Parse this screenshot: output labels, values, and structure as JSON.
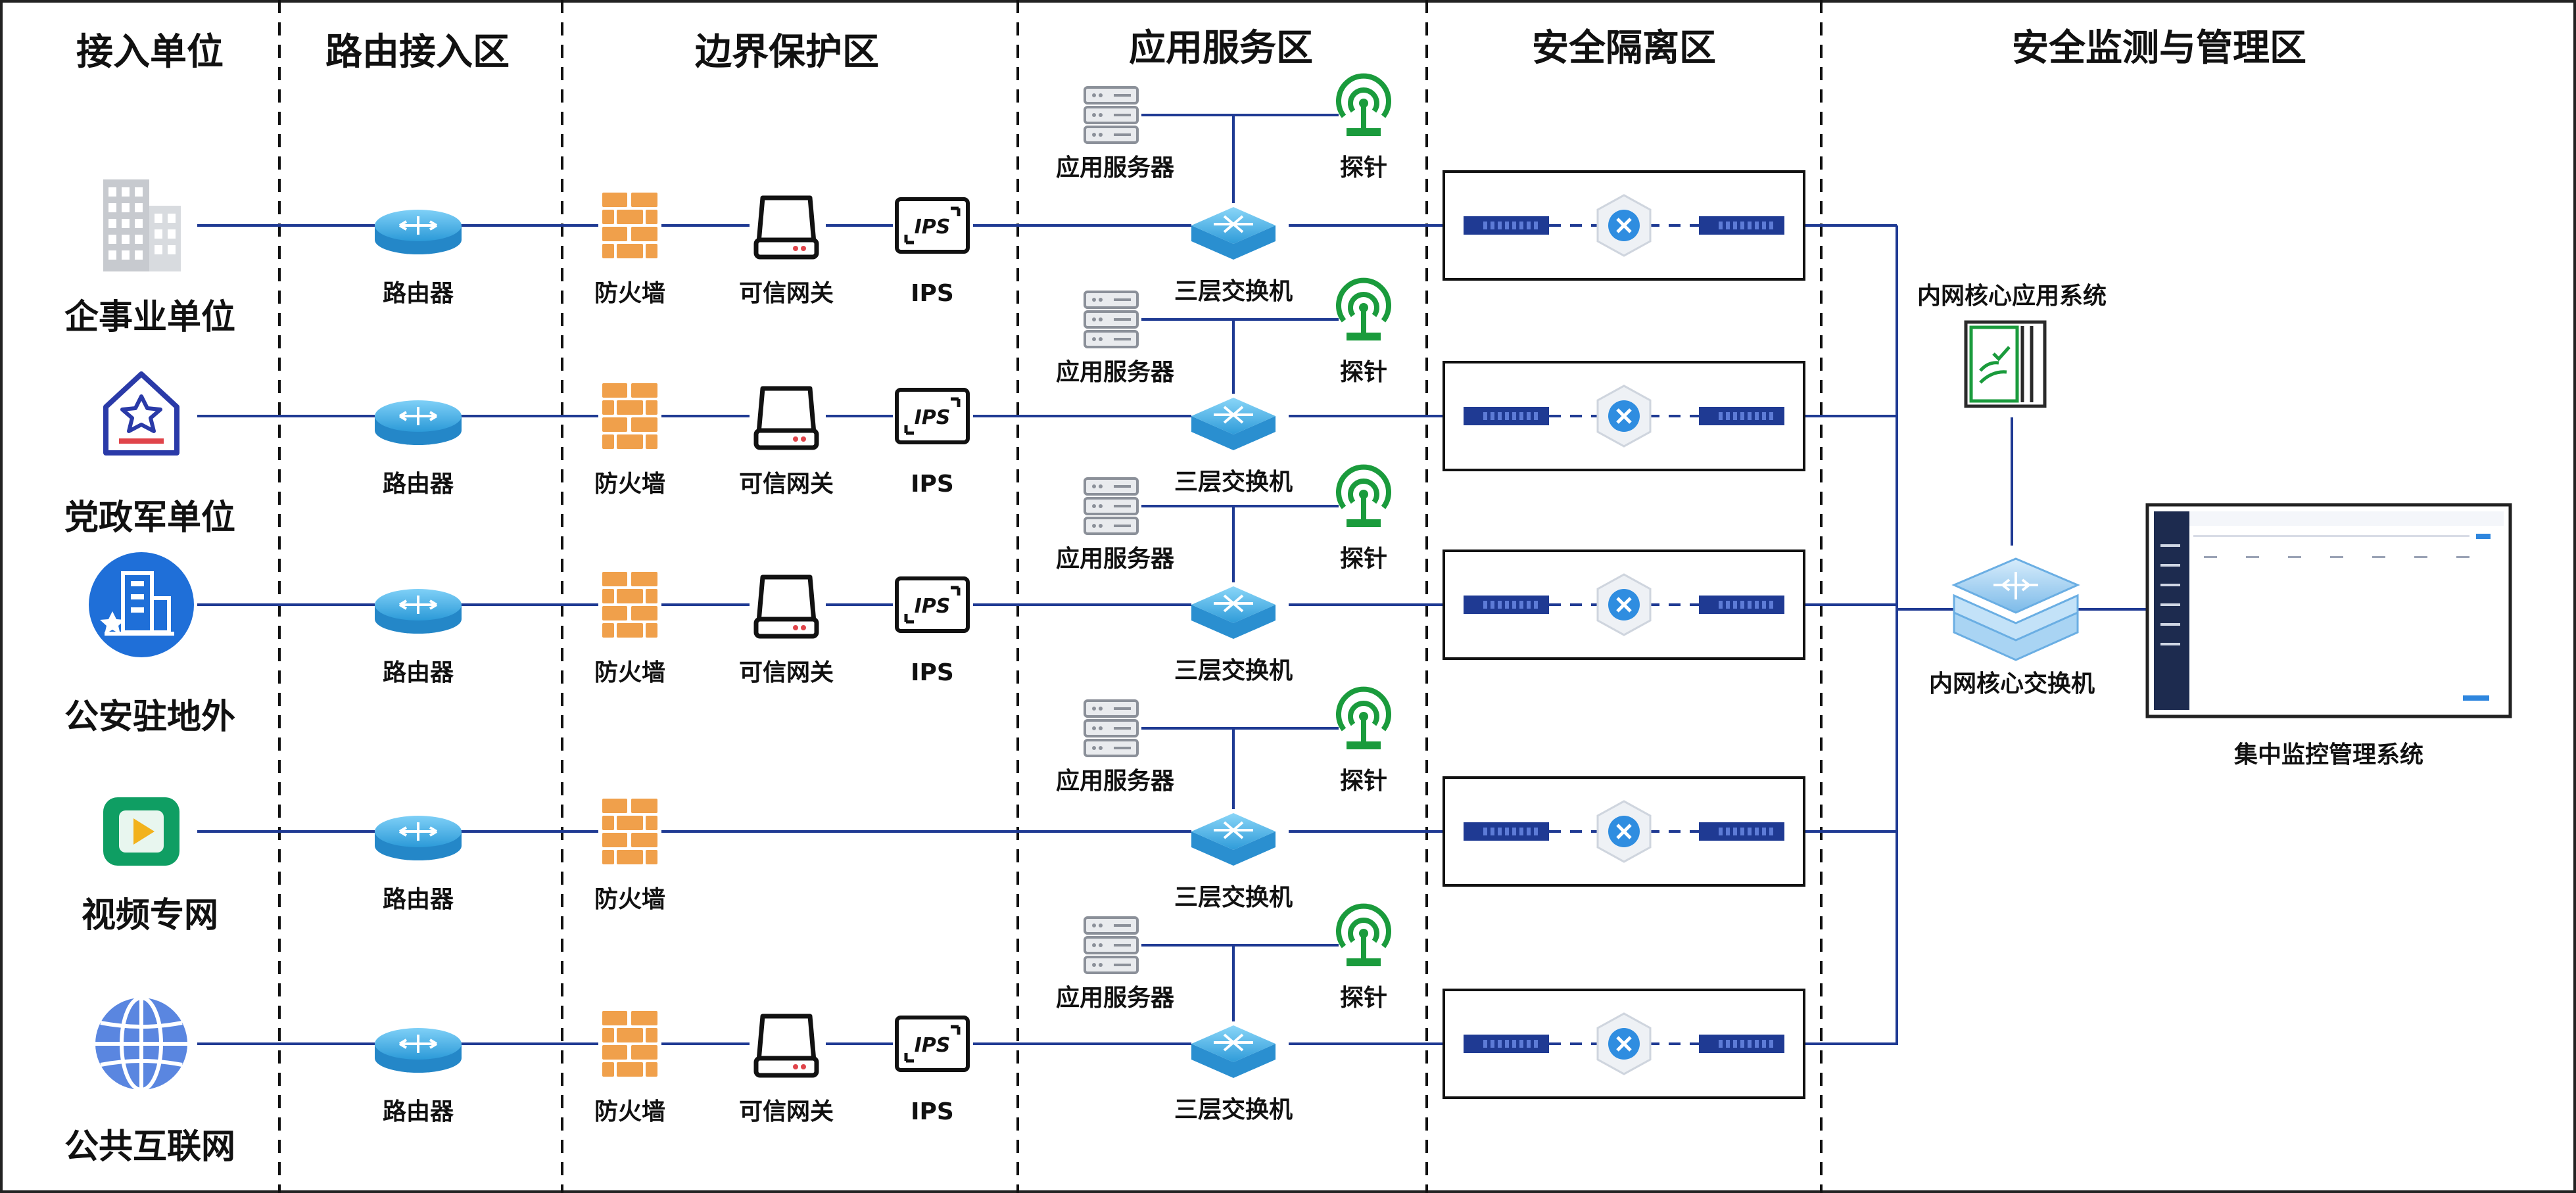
{
  "zones": [
    "接入单位",
    "路由接入区",
    "边界保护区",
    "应用服务区",
    "安全隔离区",
    "安全监测与管理区"
  ],
  "units": [
    "企事业单位",
    "党政军单位",
    "公安驻地外",
    "视频专网",
    "公共互联网"
  ],
  "device_labels": {
    "router": "路由器",
    "firewall": "防火墙",
    "gateway": "可信网关",
    "ips": "IPS",
    "ips_icon_text": "IPS",
    "server": "应用服务器",
    "probe": "探针",
    "l3switch": "三层交换机"
  },
  "right": {
    "core_app": "内网核心应用系统",
    "core_switch": "内网核心交换机",
    "monitor": "集中监控管理系统"
  },
  "row_has_gateway_ips": [
    true,
    true,
    true,
    false,
    true
  ],
  "colors": {
    "line": "#1f3a93",
    "router": "#3aa1e0",
    "firewall": "#f0a04b",
    "probe": "#1a9b3c",
    "switch_blue": "#2e86de"
  }
}
